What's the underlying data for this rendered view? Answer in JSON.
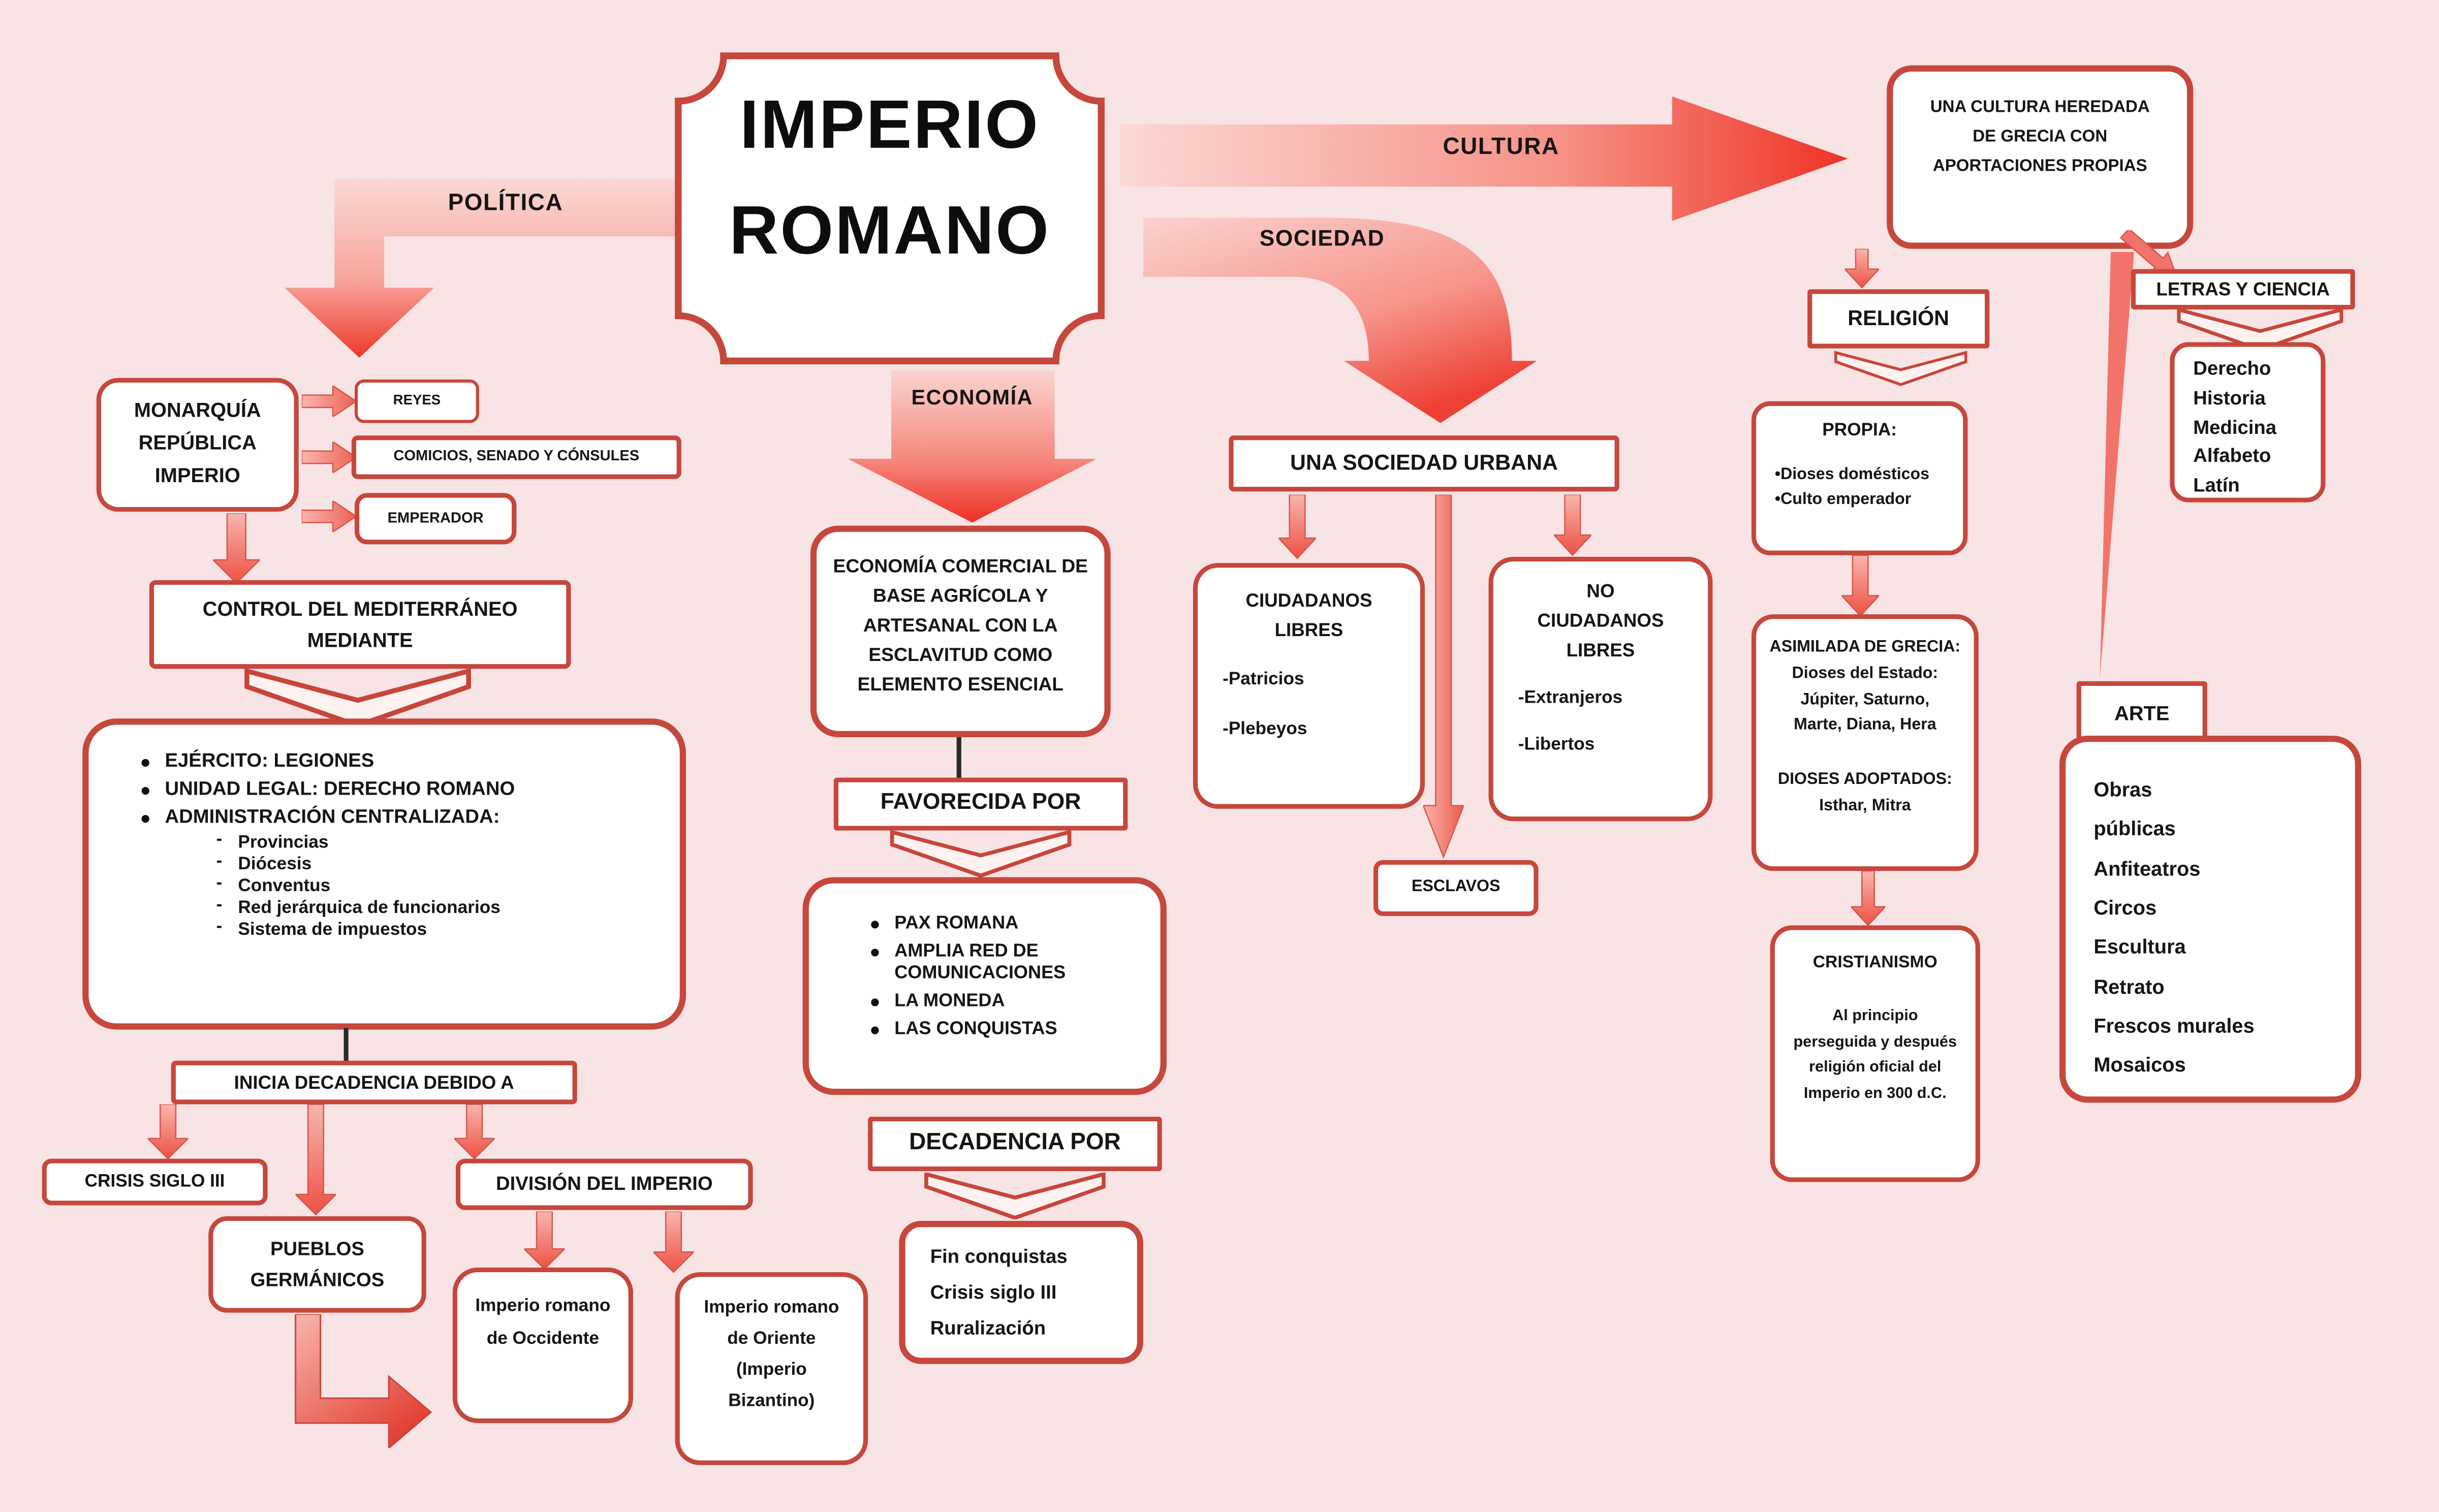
{
  "background": "#f8e3e5",
  "accent": "#c6473c",
  "title": {
    "line1": "IMPERIO",
    "line2": "ROMANO"
  },
  "politica": {
    "label": "POLÍTICA",
    "etapas": [
      "MONARQUÍA",
      "REPÚBLICA",
      "IMPERIO"
    ],
    "organos": [
      "REYES",
      "COMICIOS, SENADO Y CÓNSULES",
      "EMPERADOR"
    ],
    "control": "CONTROL DEL MEDITERRÁNEO MEDIANTE",
    "medios": [
      "EJÉRCITO: LEGIONES",
      "UNIDAD LEGAL: DERECHO ROMANO",
      "ADMINISTRACIÓN CENTRALIZADA:"
    ],
    "admin": [
      "Provincias",
      "Diócesis",
      "Conventus",
      "Red jerárquica de funcionarios",
      "Sistema de impuestos"
    ],
    "decadencia": "INICIA DECADENCIA DEBIDO A",
    "crisis": "CRISIS SIGLO III",
    "pueblos": "PUEBLOS GERMÁNICOS",
    "division": "DIVISIÓN DEL IMPERIO",
    "occidente": "Imperio romano de Occidente",
    "oriente": "Imperio romano de Oriente (Imperio Bizantino)"
  },
  "economia": {
    "label": "ECONOMÍA",
    "descripcion": "ECONOMÍA COMERCIAL DE BASE AGRÍCOLA Y ARTESANAL CON LA ESCLAVITUD COMO ELEMENTO ESENCIAL",
    "favorecida_titulo": "FAVORECIDA POR",
    "favorecida": [
      "PAX ROMANA",
      "AMPLIA RED DE COMUNICACIONES",
      "LA MONEDA",
      "LAS CONQUISTAS"
    ],
    "decadencia_titulo": "DECADENCIA POR",
    "decadencia": [
      "Fin conquistas",
      "Crisis siglo III",
      "Ruralización"
    ]
  },
  "sociedad": {
    "label": "SOCIEDAD",
    "titulo": "UNA SOCIEDAD URBANA",
    "ciudadanos_titulo": "CIUDADANOS LIBRES",
    "ciudadanos": [
      "-Patricios",
      "-Plebeyos"
    ],
    "no_ciudadanos_titulo": "NO CIUDADANOS LIBRES",
    "no_ciudadanos": [
      "-Extranjeros",
      "-Libertos"
    ],
    "esclavos": "ESCLAVOS"
  },
  "cultura": {
    "label": "CULTURA",
    "titulo": "UNA CULTURA HEREDADA DE GRECIA CON APORTACIONES PROPIAS",
    "religion_titulo": "RELIGIÓN",
    "propia_titulo": "PROPIA:",
    "propia": [
      "•Dioses  domésticos",
      "•Culto emperador"
    ],
    "asimilada": [
      "ASIMILADA DE GRECIA:",
      "Dioses del Estado:",
      "Júpiter, Saturno,",
      "Marte, Diana, Hera"
    ],
    "adoptados": [
      "DIOSES ADOPTADOS:",
      "Isthar, Mitra"
    ],
    "cristianismo_titulo": "CRISTIANISMO",
    "cristianismo_texto": "Al principio perseguida y después religión oficial del Imperio en 300 d.C.",
    "letras_titulo": "LETRAS Y CIENCIA",
    "letras": [
      "Derecho",
      "Historia",
      "Medicina",
      "Alfabeto",
      "Latín"
    ],
    "arte_titulo": "ARTE",
    "arte": [
      "Obras públicas",
      "Anfiteatros",
      "Circos",
      "Escultura",
      "Retrato",
      "Frescos murales",
      "Mosaicos"
    ]
  }
}
